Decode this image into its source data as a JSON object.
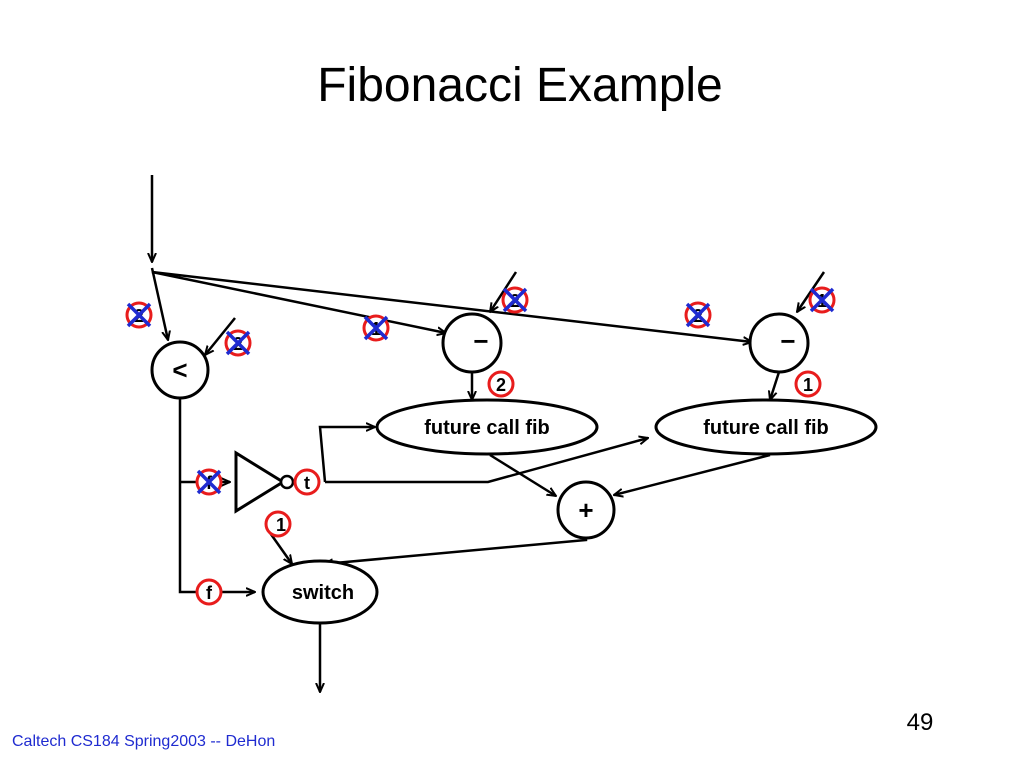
{
  "slide": {
    "title": "Fibonacci Example",
    "page_number": "49",
    "footer": "Caltech CS184 Spring2003 -- DeHon"
  },
  "diagram": {
    "nodes": {
      "compare": "<",
      "sub_left": "−",
      "sub_right": "−",
      "call_left": "future call fib",
      "call_right": "future call fib",
      "add": "+",
      "switch": "switch"
    },
    "tokens": {
      "sub_left_result": "2",
      "sub_right_result": "1",
      "inverter_out": "t",
      "switch_const": "1",
      "switch_control": "f"
    },
    "consumed_tokens": {
      "compare_left": "2",
      "compare_right": "2",
      "sub_left_in": "1",
      "sub_left_const": "2",
      "sub_right_in": "2",
      "sub_right_const": "1",
      "inverter_in": "f"
    },
    "colors": {
      "token_circle": "#e81c1c",
      "consumed_cross": "#1f2bd0",
      "footer_text": "#1f2bd0",
      "line": "#000000"
    }
  }
}
